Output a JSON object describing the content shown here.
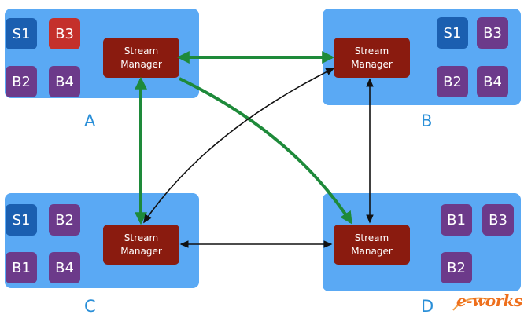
{
  "nodes": {
    "a": {
      "label": "A",
      "manager": [
        "Stream",
        "Manager"
      ],
      "boxes": [
        {
          "text": "S1",
          "color": "blue"
        },
        {
          "text": "B3",
          "color": "red"
        },
        {
          "text": "B2",
          "color": "purple"
        },
        {
          "text": "B4",
          "color": "purple"
        }
      ]
    },
    "b": {
      "label": "B",
      "manager": [
        "Stream",
        "Manager"
      ],
      "boxes": [
        {
          "text": "S1",
          "color": "blue"
        },
        {
          "text": "B3",
          "color": "purple"
        },
        {
          "text": "B2",
          "color": "purple"
        },
        {
          "text": "B4",
          "color": "purple"
        }
      ]
    },
    "c": {
      "label": "C",
      "manager": [
        "Stream",
        "Manager"
      ],
      "boxes": [
        {
          "text": "S1",
          "color": "blue"
        },
        {
          "text": "B2",
          "color": "purple"
        },
        {
          "text": "B1",
          "color": "purple"
        },
        {
          "text": "B4",
          "color": "purple"
        }
      ]
    },
    "d": {
      "label": "D",
      "manager": [
        "Stream",
        "Manager"
      ],
      "boxes": [
        {
          "text": "B1",
          "color": "purple"
        },
        {
          "text": "B3",
          "color": "purple"
        },
        {
          "text": "B2",
          "color": "purple"
        }
      ]
    }
  },
  "colors": {
    "container": "#5aa9f4",
    "manager": "#8a1b0f",
    "box_blue": "#1b5fb0",
    "box_purple": "#6c3a8a",
    "box_red": "#c4302b",
    "label": "#2a8fd8",
    "green_arrow": "#1e8a3a",
    "black_arrow": "#111111",
    "watermark": "#ee6f1c"
  },
  "connections": [
    {
      "from": "a",
      "to": "b",
      "style": "green",
      "direction": "both"
    },
    {
      "from": "a",
      "to": "c",
      "style": "green",
      "direction": "both"
    },
    {
      "from": "a",
      "to": "d",
      "style": "green",
      "direction": "forward"
    },
    {
      "from": "b",
      "to": "c",
      "style": "black",
      "direction": "both"
    },
    {
      "from": "b",
      "to": "d",
      "style": "black",
      "direction": "both"
    },
    {
      "from": "c",
      "to": "d",
      "style": "black",
      "direction": "both"
    }
  ],
  "watermark": {
    "text": "e-works"
  }
}
